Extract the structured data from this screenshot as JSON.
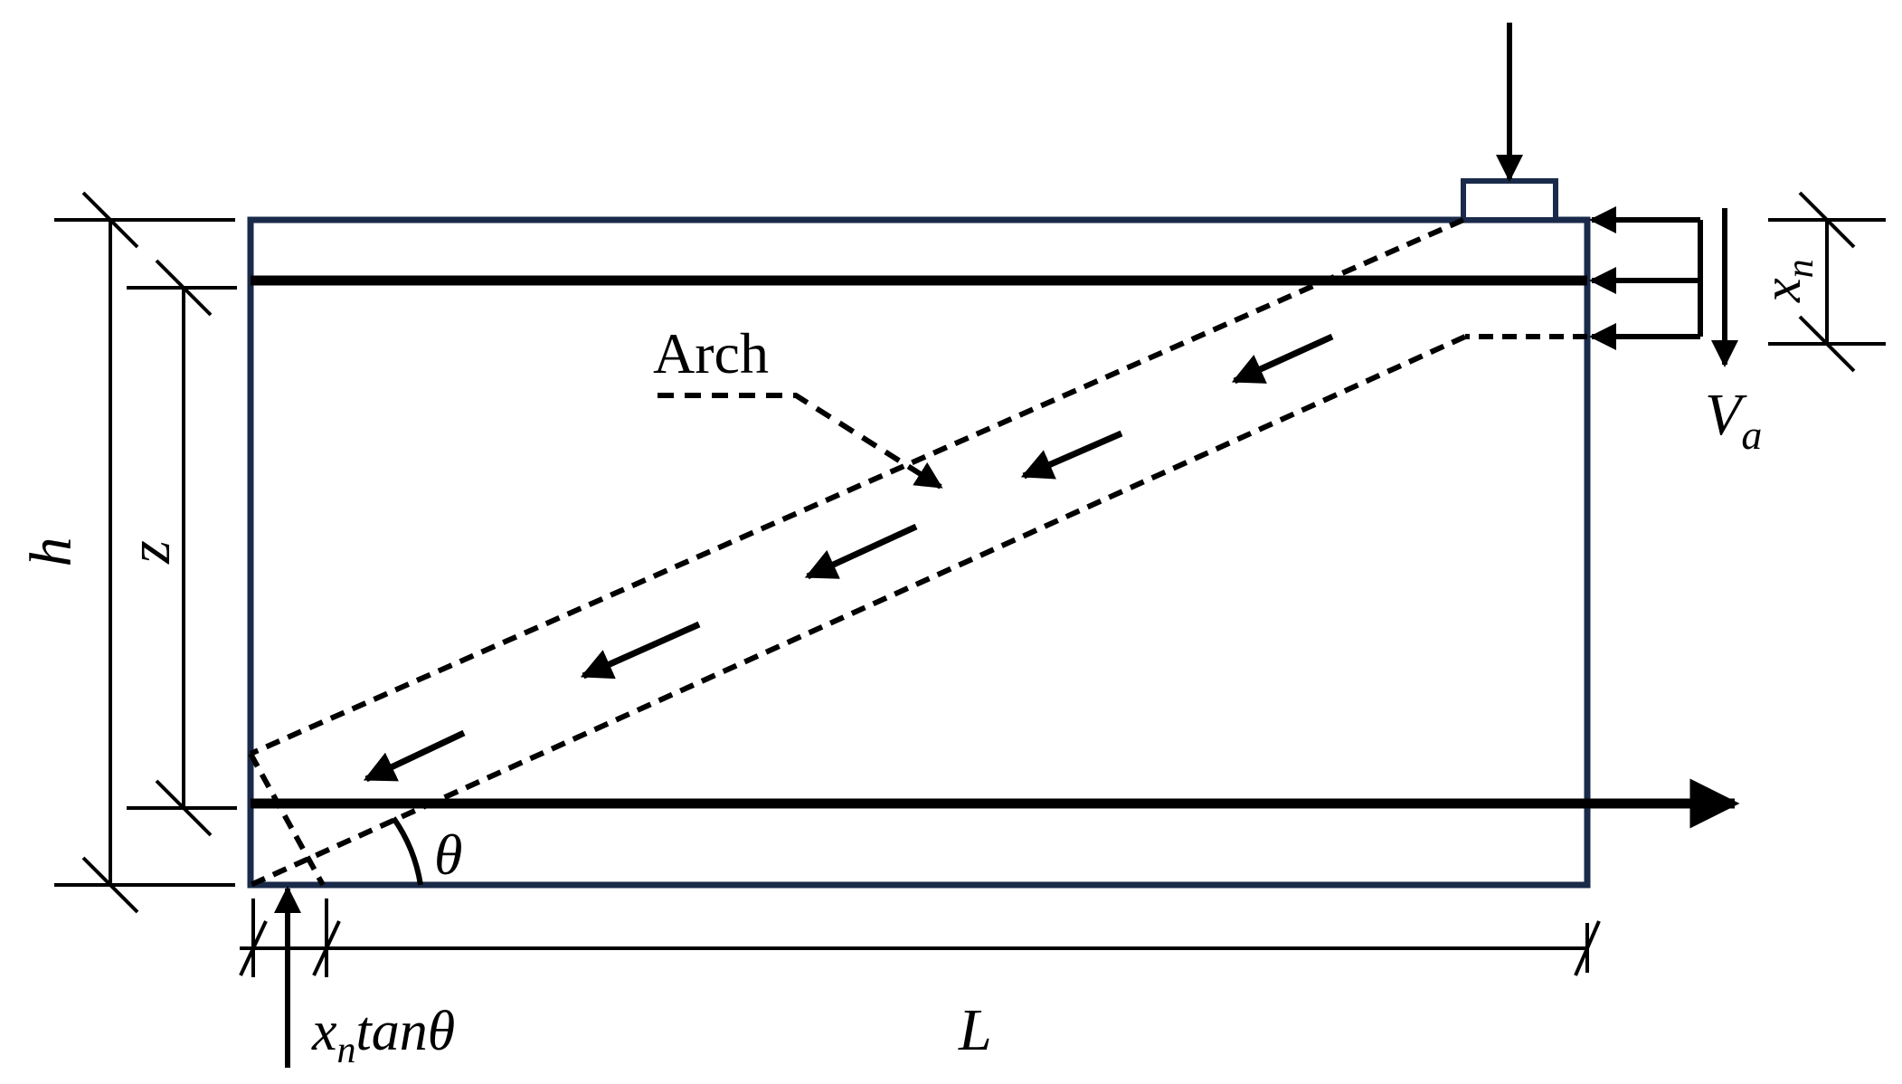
{
  "labels": {
    "arch": "Arch",
    "h": "h",
    "z": "z",
    "x_n": "x",
    "x_n_sub": "n",
    "V_a": "V",
    "V_a_sub": "a",
    "theta": "θ",
    "x_n_tan_theta_x": "x",
    "x_n_tan_theta_sub": "n",
    "x_n_tan_theta_rest": "tanθ",
    "L": "L"
  },
  "colors": {
    "beam_outline": "#1a2a4a",
    "ink": "#000000"
  }
}
